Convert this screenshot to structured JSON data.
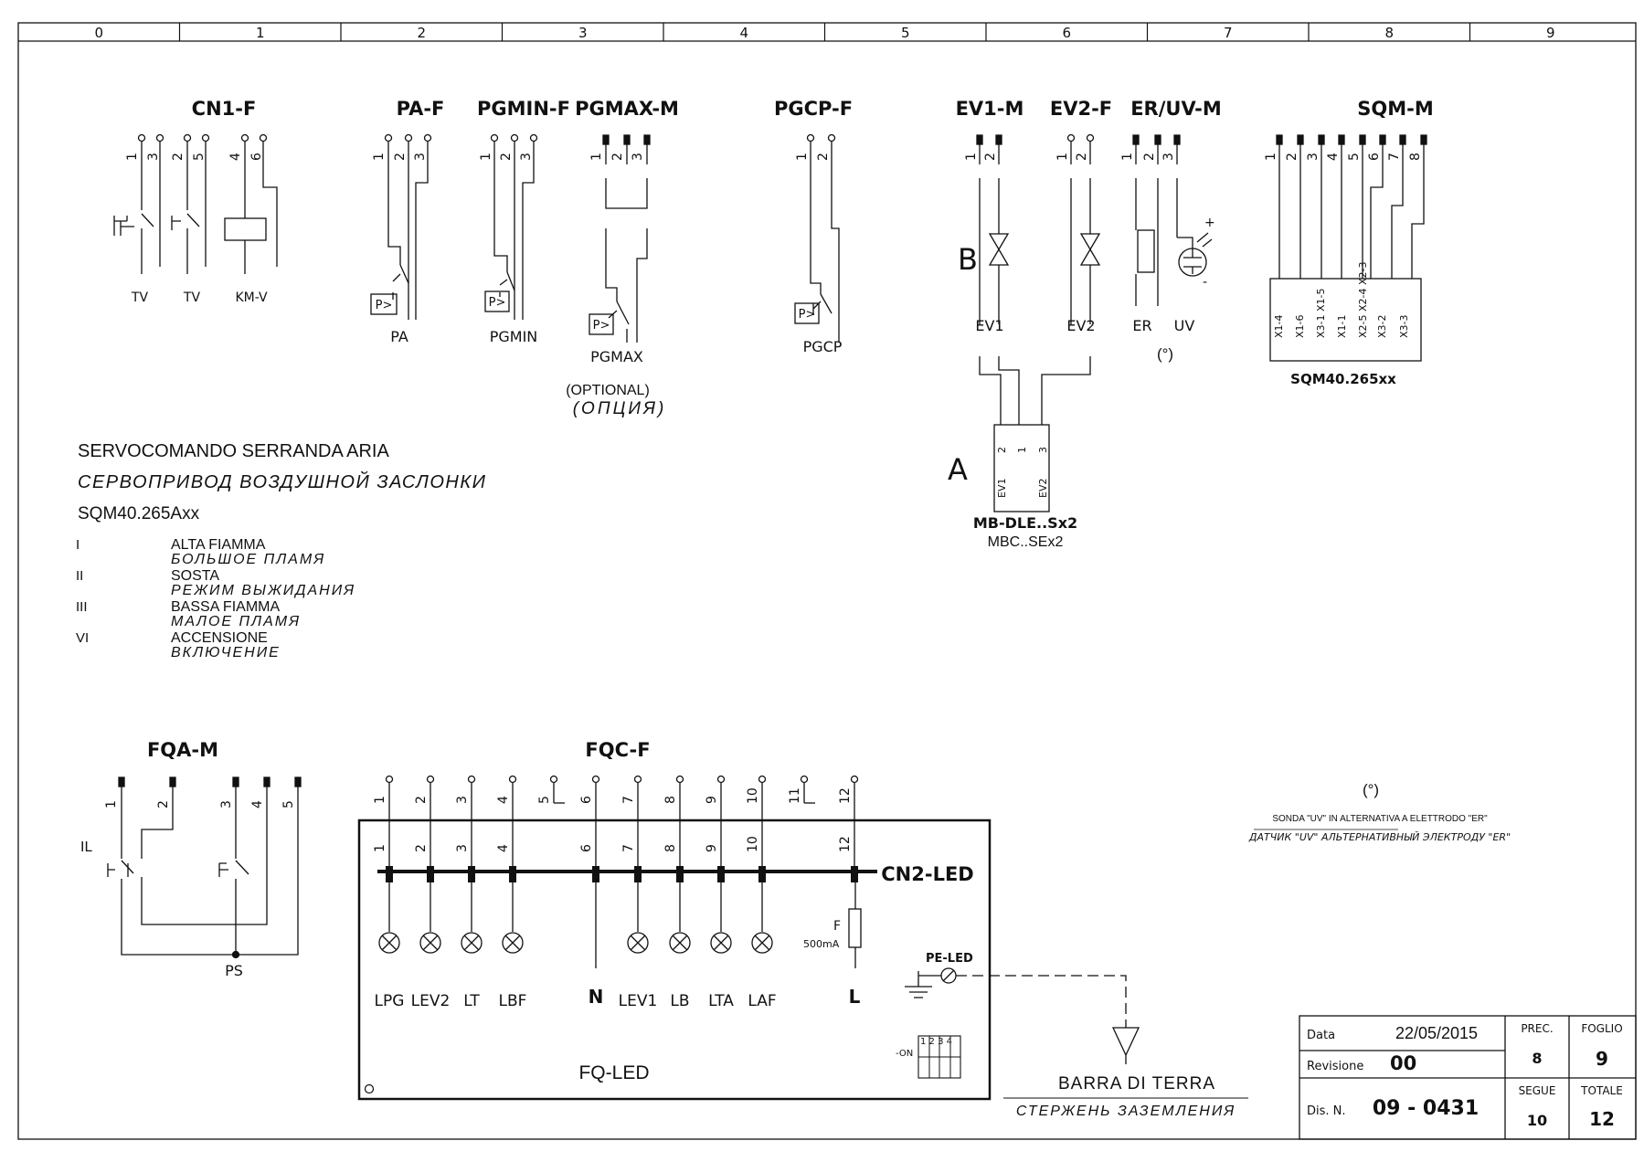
{
  "grid": [
    "0",
    "1",
    "2",
    "3",
    "4",
    "5",
    "6",
    "7",
    "8",
    "9"
  ],
  "titles": {
    "cn1": "CN1-F",
    "pa": "PA-F",
    "pgmin": "PGMIN-F",
    "pgmax": "PGMAX-M",
    "pgcp": "PGCP-F",
    "ev1": "EV1-M",
    "ev2": "EV2-F",
    "eruv": "ER/UV-M",
    "sqm": "SQM-M",
    "fqa": "FQA-M",
    "fqc": "FQC-F",
    "cn2": "CN2-LED"
  },
  "cn1": {
    "pins": [
      "1",
      "3",
      "2",
      "5",
      "4",
      "6"
    ],
    "labels": [
      "TV",
      "TV",
      "KM-V"
    ]
  },
  "pa": {
    "pins": [
      "1",
      "2",
      "3"
    ],
    "sensor": "P>",
    "label": "PA"
  },
  "pgmin": {
    "pins": [
      "1",
      "2",
      "3"
    ],
    "sensor": "P>",
    "label": "PGMIN"
  },
  "pgmax": {
    "pins": [
      "1",
      "2",
      "3"
    ],
    "sensor": "P>",
    "label": "PGMAX",
    "optional": "(OPTIONAL)",
    "optional_ru": "(ОПЦИЯ)"
  },
  "pgcp": {
    "pins": [
      "1",
      "2"
    ],
    "sensor": "P>",
    "label": "PGCP"
  },
  "ev1": {
    "pins": [
      "1",
      "2"
    ],
    "label": "EV1"
  },
  "ev2": {
    "pins": [
      "1",
      "2"
    ],
    "label": "EV2"
  },
  "eruv": {
    "pins": [
      "1",
      "2",
      "3"
    ],
    "labels": [
      "ER",
      "UV"
    ],
    "note": "(°)",
    "plus": "+",
    "minus": "-"
  },
  "sqm": {
    "pins": [
      "1",
      "2",
      "3",
      "4",
      "5",
      "6",
      "7",
      "8"
    ],
    "terms": [
      "X1-4",
      "X1-6",
      "X3-1  X1-5",
      "X1-1",
      "X2-5 X2-4 X2-3",
      "X3-2",
      "X3-3"
    ],
    "label": "SQM40.265xx"
  },
  "valve_block": {
    "B": "B",
    "A": "A",
    "pins": [
      "2",
      "1",
      "3"
    ],
    "ev": [
      "EV1",
      "EV2"
    ],
    "model": "MB-DLE..Sx2",
    "model2": "MBC..SEx2"
  },
  "servo": {
    "title_it": "SERVOCOMANDO SERRANDA ARIA",
    "title_ru": "СЕРВОПРИВОД  ВОЗДУШНОЙ ЗАСЛОНКИ",
    "model": "SQM40.265Axx",
    "positions": [
      {
        "num": "I",
        "it": "ALTA FIAMMA",
        "ru": "БОЛЬШОЕ ПЛАМЯ"
      },
      {
        "num": "II",
        "it": "SOSTA",
        "ru": "РЕЖИМ ВЫЖИДАНИЯ"
      },
      {
        "num": "III",
        "it": "BASSA FIAMMA",
        "ru": "МАЛОЕ ПЛАМЯ"
      },
      {
        "num": "VI",
        "it": "ACCENSIONE",
        "ru": "ВКЛЮЧЕНИЕ"
      }
    ]
  },
  "fqa": {
    "pins": [
      "1",
      "2",
      "3",
      "4",
      "5"
    ],
    "il": "IL",
    "ps": "PS"
  },
  "fqc": {
    "pins": [
      "1",
      "2",
      "3",
      "4",
      "5",
      "6",
      "7",
      "8",
      "9",
      "10",
      "11",
      "12"
    ]
  },
  "led": {
    "inner_pins": [
      "1",
      "2",
      "3",
      "4",
      "6",
      "7",
      "8",
      "9",
      "10",
      "12"
    ],
    "labels": [
      "LPG",
      "LEV2",
      "LT",
      "LBF",
      "N",
      "LEV1",
      "LB",
      "LTA",
      "LAF",
      "L"
    ],
    "fuse": "F",
    "fuse_val": "500mA",
    "pe": "PE-LED",
    "board": "FQ-LED",
    "dip_nums": "1 2 3 4",
    "dip_on": "-ON"
  },
  "note": {
    "mark": "(°)",
    "it": "SONDA \"UV\" IN ALTERNATIVA A ELETTRODO \"ER\"",
    "ru": "ДАТЧИК \"UV\" АЛЬТЕРНАТИВНЫЙ ЭЛЕКТРОДУ \"ER\""
  },
  "earth": {
    "it": "BARRA DI TERRA",
    "ru": "СТЕРЖЕНЬ ЗАЗЕМЛЕНИЯ"
  },
  "titleblock": {
    "data_label": "Data",
    "data": "22/05/2015",
    "rev_label": "Revisione",
    "rev": "00",
    "dis_label": "Dis. N.",
    "dis": "09 - 0431",
    "prec_label": "PREC.",
    "prec": "8",
    "foglio_label": "FOGLIO",
    "foglio": "9",
    "segue_label": "SEGUE",
    "segue": "10",
    "totale_label": "TOTALE",
    "totale": "12"
  }
}
